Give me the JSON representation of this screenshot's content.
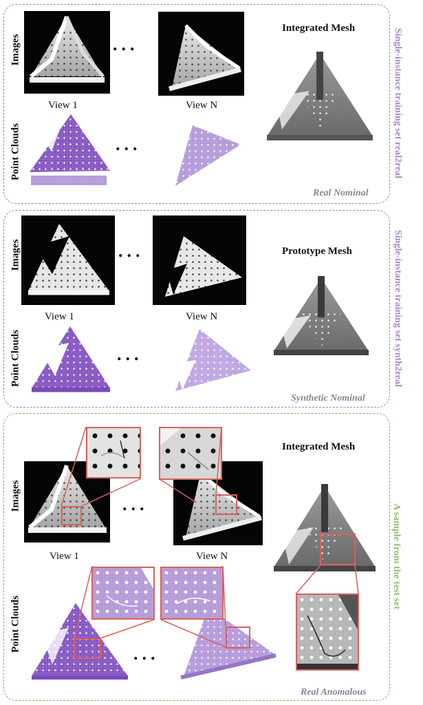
{
  "panel_real2real": {
    "side_label": "Single-instance training set real2real",
    "row_images": "Images",
    "row_points": "Point Clouds",
    "view_first": "View 1",
    "view_last": "View N",
    "dots": "...",
    "mesh_title": "Integrated Mesh",
    "tag": "Real Nominal"
  },
  "panel_synth2real": {
    "side_label": "Single-instance training set synth2real",
    "row_images": "Images",
    "row_points": "Point Clouds",
    "view_first": "View 1",
    "view_last": "View N",
    "dots": "...",
    "mesh_title": "Prototype Mesh",
    "tag": "Synthetic Nominal"
  },
  "panel_test": {
    "side_label": "A sample from the test set",
    "row_images": "Images",
    "row_points": "Point Clouds",
    "view_first": "View 1",
    "view_last": "View N",
    "dots": "...",
    "mesh_title": "Integrated Mesh",
    "tag": "Real Anomalous"
  },
  "colors": {
    "purple_border": "#9b80c4",
    "green_border": "#82b566",
    "purple_text": "#a887cc",
    "green_text": "#8fbf6b",
    "zoom_box": "#d9605a",
    "point_cloud": "#8a5cc4"
  }
}
